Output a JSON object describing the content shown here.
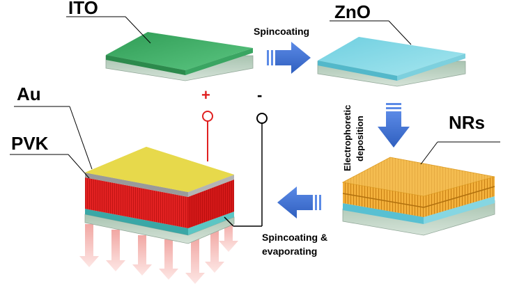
{
  "labels": {
    "ito": "ITO",
    "zno": "ZnO",
    "au": "Au",
    "pvk": "PVK",
    "nrs": "NRs",
    "spincoating": "Spincoating",
    "electrophoretic": "Electrophoretic",
    "deposition": "deposition",
    "spin_evap_1": "Spincoating &",
    "spin_evap_2": "evaporating",
    "plus": "+",
    "minus": "-"
  },
  "colors": {
    "ito_top": "#3fb56a",
    "zno_top": "#7fd6e4",
    "glass": "#b7cdbf",
    "au": "#e4d433",
    "perovskite": "#e02020",
    "nrs": "#f0a830",
    "arrow": "#3f6fd0",
    "emission": "#f6b7b4",
    "positive": "#e02020"
  },
  "icons": {
    "process_arrow": "block-arrow-icon",
    "emission": "emission-arrow-icon",
    "electrode": "electrode-terminal-icon"
  }
}
